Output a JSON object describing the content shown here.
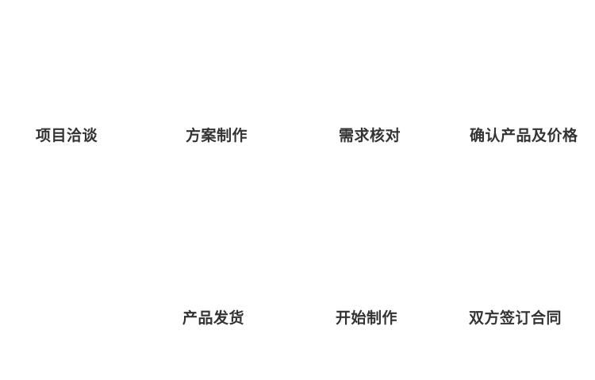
{
  "diagram": {
    "type": "process-flow",
    "background_color": "#ffffff",
    "text_color": "#333333",
    "top_row_steps": [
      {
        "label": "项目洽谈"
      },
      {
        "label": "方案制作"
      },
      {
        "label": "需求核对"
      },
      {
        "label": "确认产品及价格"
      }
    ],
    "bottom_row_steps": [
      {
        "label": "产品发货"
      },
      {
        "label": "开始制作"
      },
      {
        "label": "双方签订合同"
      }
    ]
  }
}
